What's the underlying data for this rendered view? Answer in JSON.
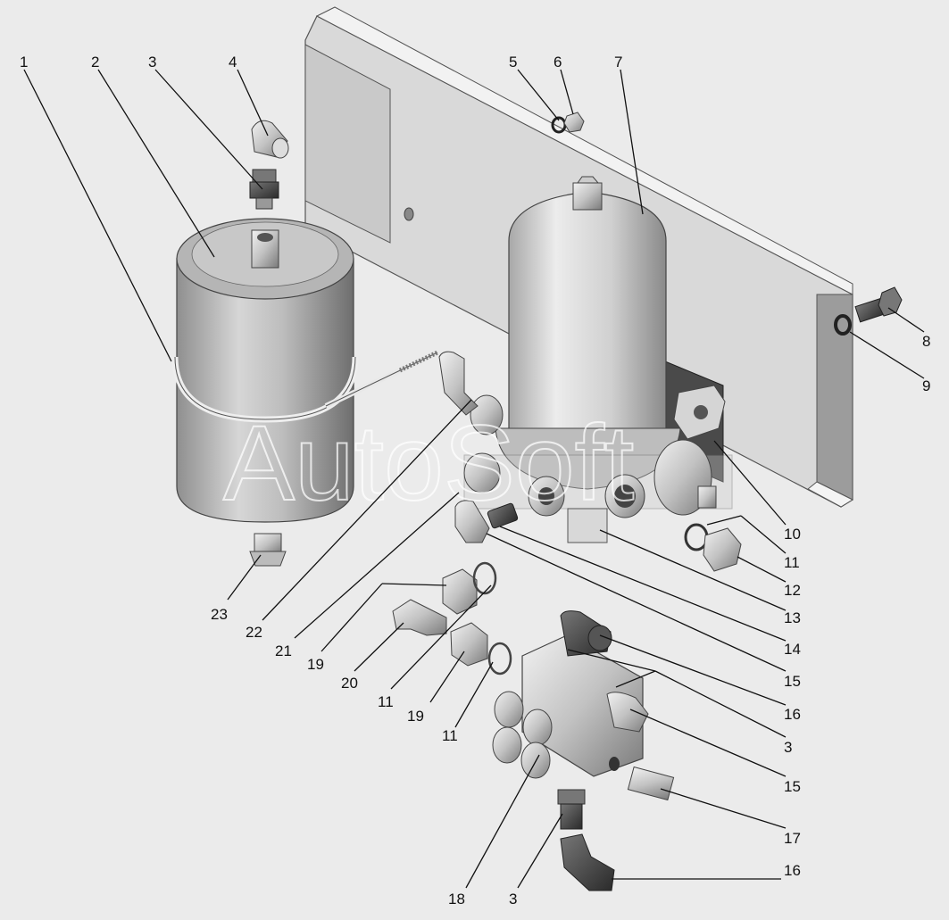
{
  "watermark": "AutoSoft",
  "labels": [
    {
      "id": "1",
      "text": "1"
    },
    {
      "id": "2",
      "text": "2"
    },
    {
      "id": "3a",
      "text": "3"
    },
    {
      "id": "4",
      "text": "4"
    },
    {
      "id": "5",
      "text": "5"
    },
    {
      "id": "6",
      "text": "6"
    },
    {
      "id": "7",
      "text": "7"
    },
    {
      "id": "8",
      "text": "8"
    },
    {
      "id": "9",
      "text": "9"
    },
    {
      "id": "10",
      "text": "10"
    },
    {
      "id": "11a",
      "text": "11"
    },
    {
      "id": "12",
      "text": "12"
    },
    {
      "id": "13",
      "text": "13"
    },
    {
      "id": "14",
      "text": "14"
    },
    {
      "id": "15a",
      "text": "15"
    },
    {
      "id": "16a",
      "text": "16"
    },
    {
      "id": "3b",
      "text": "3"
    },
    {
      "id": "15b",
      "text": "15"
    },
    {
      "id": "17",
      "text": "17"
    },
    {
      "id": "16b",
      "text": "16"
    },
    {
      "id": "18",
      "text": "18"
    },
    {
      "id": "3c",
      "text": "3"
    },
    {
      "id": "11b",
      "text": "11"
    },
    {
      "id": "19a",
      "text": "19"
    },
    {
      "id": "11c",
      "text": "11"
    },
    {
      "id": "20",
      "text": "20"
    },
    {
      "id": "19b",
      "text": "19"
    },
    {
      "id": "21",
      "text": "21"
    },
    {
      "id": "22",
      "text": "22"
    },
    {
      "id": "23",
      "text": "23"
    }
  ]
}
